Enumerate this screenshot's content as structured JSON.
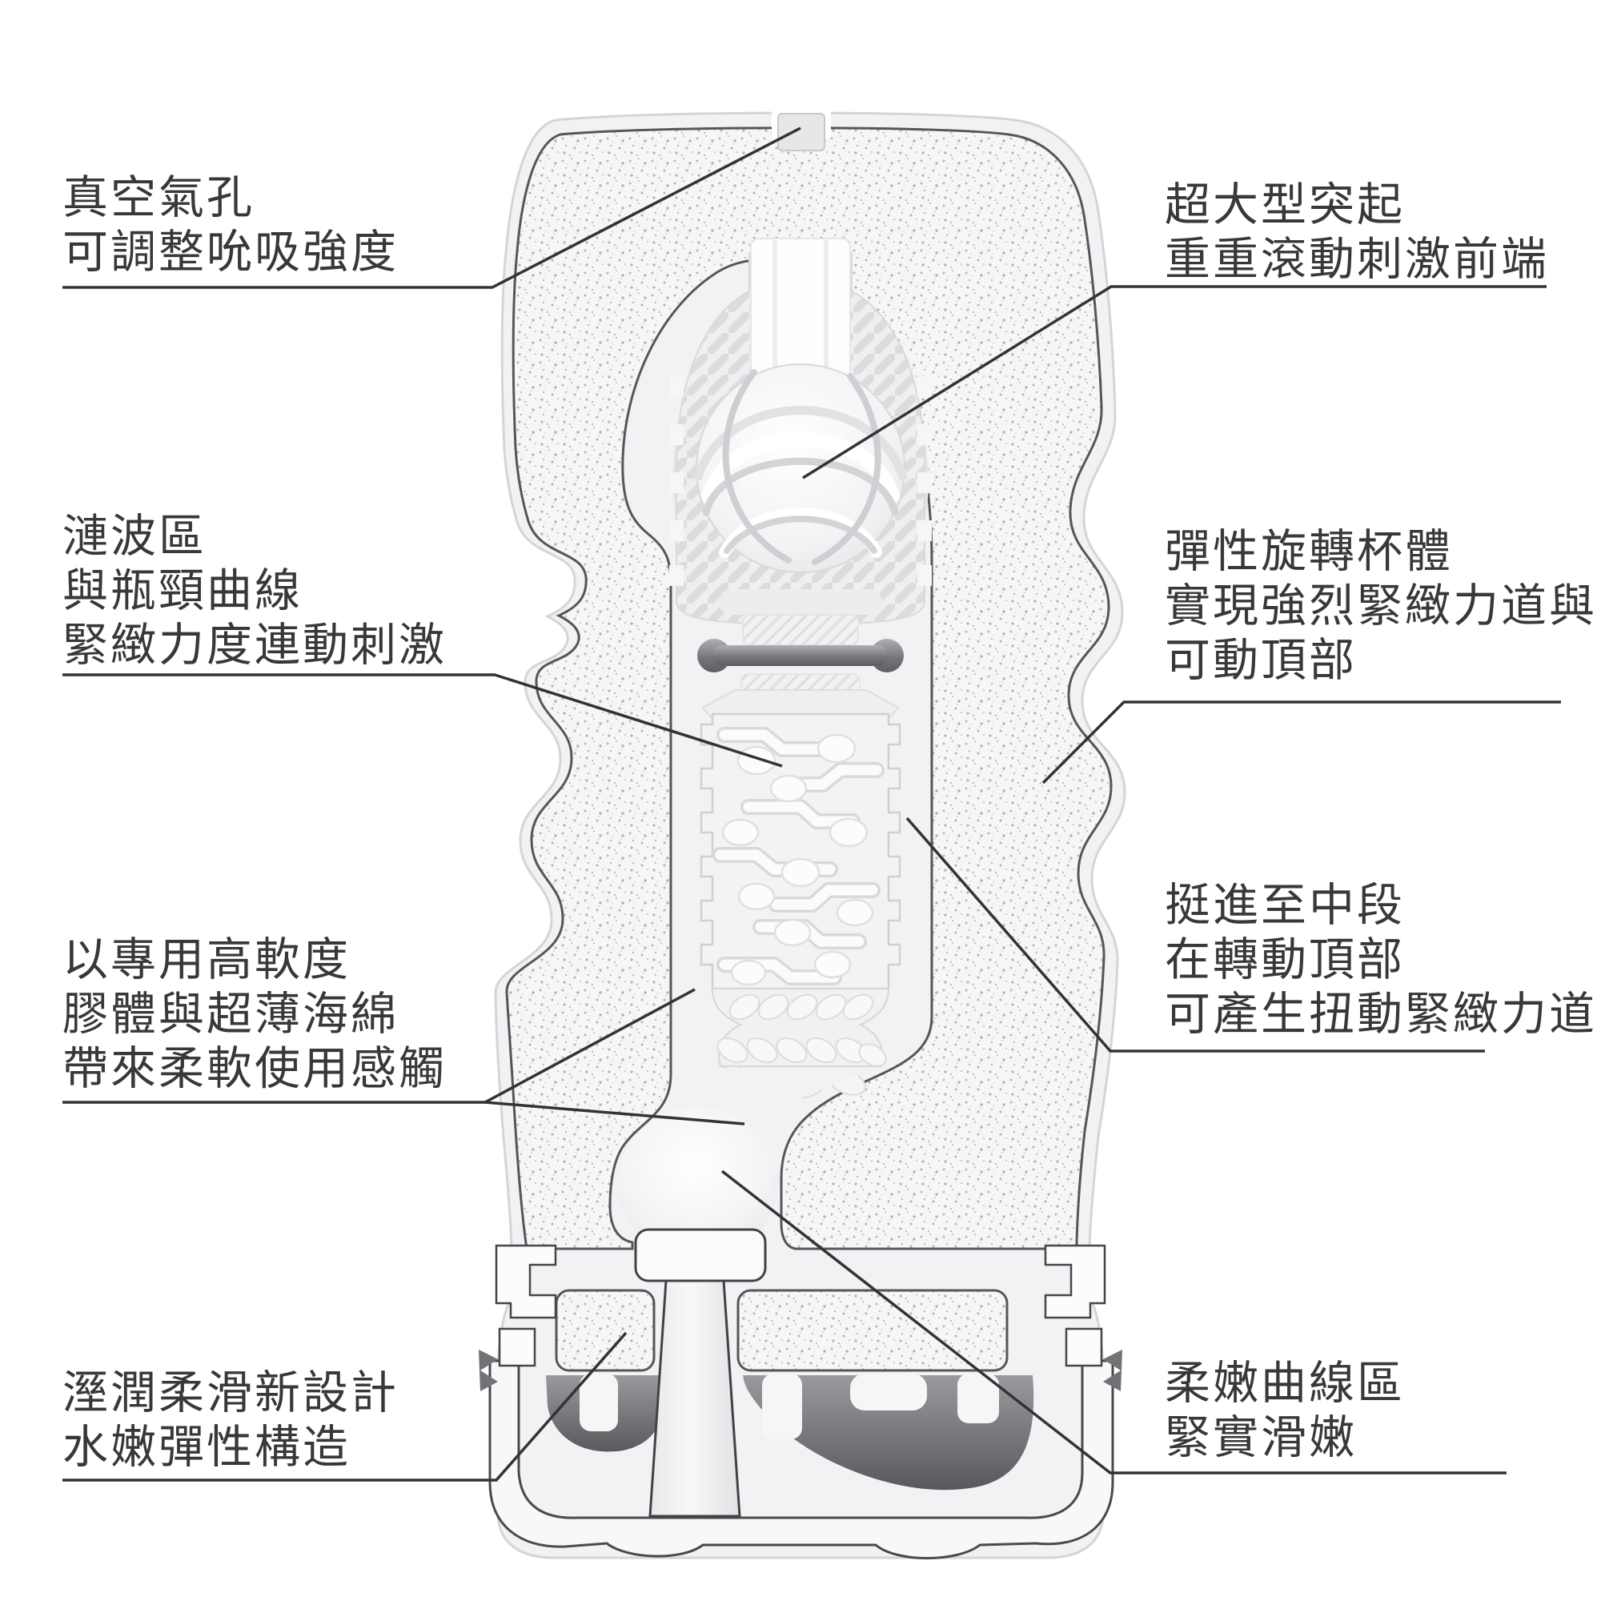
{
  "title": "product cutaway diagram",
  "callouts": {
    "vacuum_hole": {
      "lines": [
        "真空氣孔",
        "可調整吮吸強度"
      ]
    },
    "protrusion": {
      "lines": [
        "超大型突起",
        "重重滾動刺激前端"
      ]
    },
    "ripple": {
      "lines": [
        "漣波區",
        "與瓶頸曲線",
        "緊緻力度連動刺激"
      ]
    },
    "elastic_body": {
      "lines": [
        "彈性旋轉杯體",
        "實現強烈緊緻力道與",
        "可動頂部"
      ]
    },
    "mid_section": {
      "lines": [
        "挺進至中段",
        "在轉動頂部",
        "可產生扭動緊緻力道"
      ]
    },
    "soft_gel": {
      "lines": [
        "以專用高軟度",
        "膠體與超薄海綿",
        "帶來柔軟使用感觸"
      ]
    },
    "moist_design": {
      "lines": [
        "溼潤柔滑新設計",
        "水嫩彈性構造"
      ]
    },
    "soft_curve": {
      "lines": [
        "柔嫩曲線區",
        "緊實滑嫩"
      ]
    }
  },
  "colors": {
    "text": "#38383a",
    "leader_line": "#333336",
    "outline_dark": "#4a4a4d",
    "foam_background": "#f6f6f7",
    "foam_dots": "#b9b9bd",
    "shell": "#f2f2f4",
    "dark_cavity": "#6a6a6f",
    "o_ring": "#77777b"
  }
}
